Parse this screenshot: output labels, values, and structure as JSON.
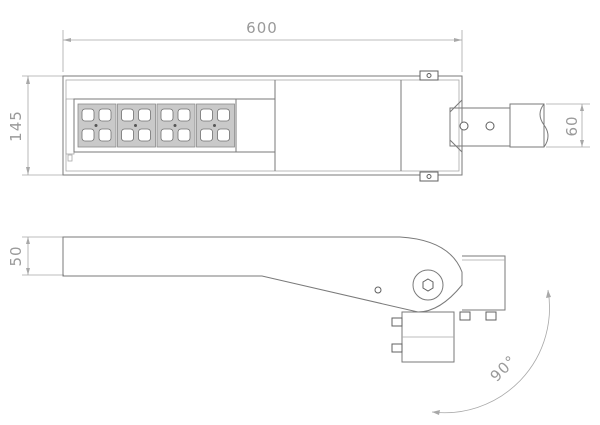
{
  "dimensions": {
    "length": "600",
    "height_top_view": "145",
    "pole_diameter": "60",
    "height_side_view": "50",
    "tilt_angle": "90°"
  },
  "colors": {
    "line": "#7a7a7a",
    "dimension": "#9a9a9a",
    "led_module": "#c9c9c9"
  },
  "led_modules": [
    {
      "row": 1,
      "chips": 4
    },
    {
      "row": 1,
      "chips": 4
    },
    {
      "row": 1,
      "chips": 4
    },
    {
      "row": 1,
      "chips": 4
    }
  ]
}
